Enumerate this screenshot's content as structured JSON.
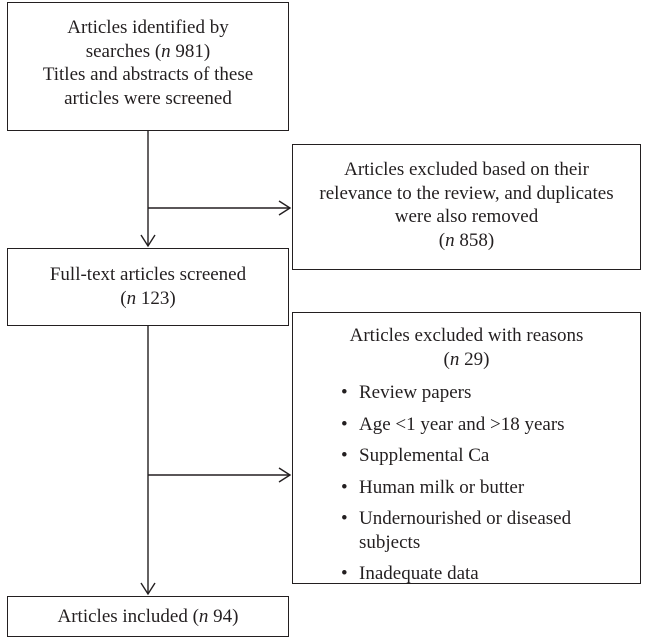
{
  "identified": {
    "line1": "Articles identified by",
    "line2_prefix": "searches (",
    "n_symbol": "n",
    "line2_value": " 981)",
    "line3": "Titles and abstracts of these",
    "line4": "articles were screened"
  },
  "excluded_relevance": {
    "line1": "Articles excluded based on their",
    "line2": "relevance to the review, and duplicates",
    "line3": "were also removed",
    "count_prefix": "(",
    "n_symbol": "n",
    "count_value": " 858)"
  },
  "fulltext": {
    "line1": "Full-text articles screened",
    "count_prefix": "(",
    "n_symbol": "n",
    "count_value": " 123)"
  },
  "excluded_reasons": {
    "title": "Articles excluded with reasons",
    "count_prefix": "(",
    "n_symbol": "n",
    "count_value": " 29)",
    "bullet": "•",
    "reasons": [
      {
        "lines": [
          "Review papers"
        ]
      },
      {
        "lines": [
          "Age <1 year and >18 years"
        ]
      },
      {
        "lines": [
          "Supplemental Ca"
        ]
      },
      {
        "lines": [
          "Human milk or butter"
        ]
      },
      {
        "lines": [
          "Undernourished or diseased",
          "subjects"
        ]
      },
      {
        "lines": [
          "Inadequate data"
        ]
      }
    ]
  },
  "included": {
    "prefix": "Articles included (",
    "n_symbol": "n",
    "value": " 94)"
  }
}
